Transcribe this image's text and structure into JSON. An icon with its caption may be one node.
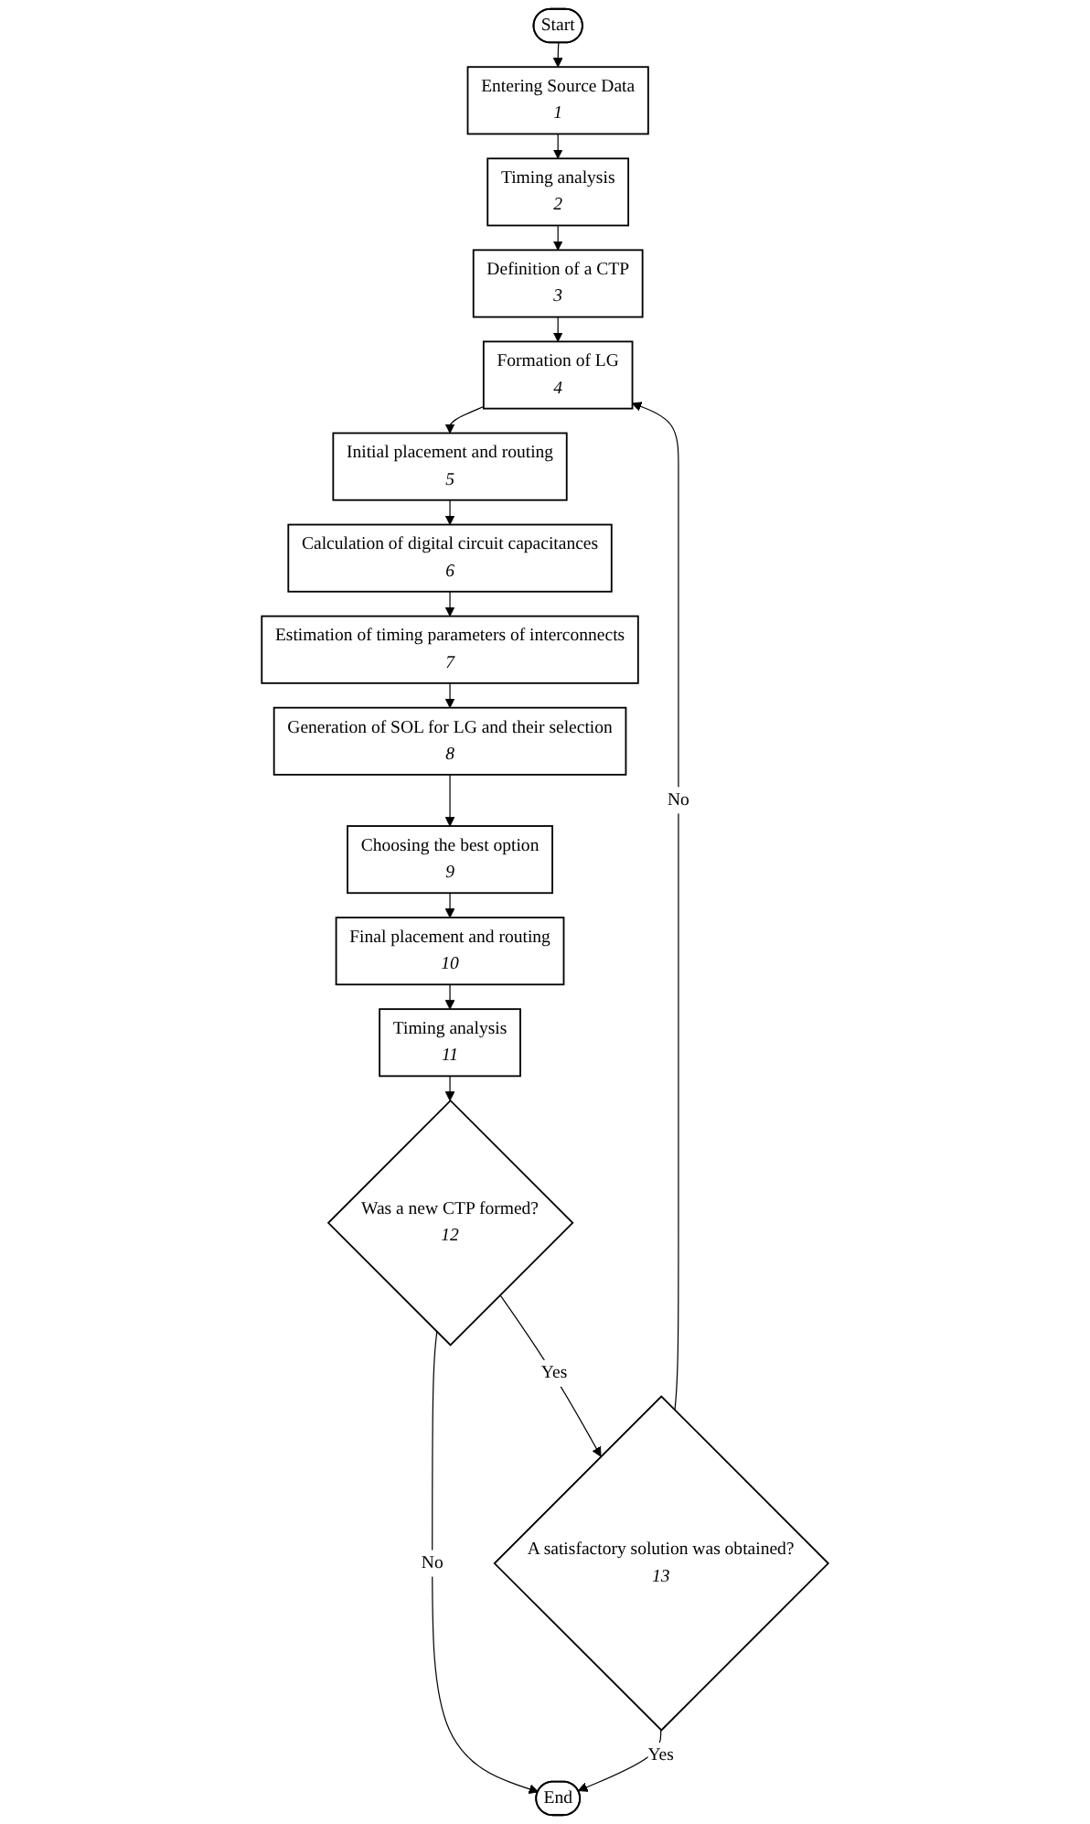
{
  "diagram": {
    "nodes": [
      {
        "text": [
          "Start"
        ]
      },
      {
        "text": [
          "Entering Source Data",
          "1"
        ]
      },
      {
        "text": [
          "Timing analysis",
          "2"
        ]
      },
      {
        "text": [
          "Definition of a CTP",
          "3"
        ]
      },
      {
        "text": [
          "Formation of LG",
          "4"
        ]
      },
      {
        "text": [
          "Initial placement and routing",
          "5"
        ]
      },
      {
        "text": [
          "Calculation of digital circuit capacitances",
          "6"
        ]
      },
      {
        "text": [
          "Estimation of timing parameters of interconnects",
          "7"
        ]
      },
      {
        "text": [
          "Generation of SOL for LG and their selection",
          "8"
        ]
      },
      {
        "text": [
          "Choosing the best option",
          "9"
        ]
      },
      {
        "text": [
          "Final placement and routing",
          "10"
        ]
      },
      {
        "text": [
          "Timing analysis",
          "11"
        ]
      },
      {
        "text": [
          "Was a new CTP formed?",
          "12"
        ]
      },
      {
        "text": [
          "A satisfactory solution was obtained?",
          "13"
        ]
      },
      {
        "text": [
          "End"
        ]
      }
    ],
    "edges": [
      {
        "from": 0,
        "to": 1,
        "arrow": "to"
      },
      {
        "from": 1,
        "to": 2,
        "arrow": "to"
      },
      {
        "from": 2,
        "to": 3,
        "arrow": "to"
      },
      {
        "from": 3,
        "to": 4,
        "arrow": "to"
      },
      {
        "from": 4,
        "to": 5,
        "arrow": "to"
      },
      {
        "from": 5,
        "to": 6,
        "arrow": "to"
      },
      {
        "from": 6,
        "to": 7,
        "arrow": "to"
      },
      {
        "from": 7,
        "to": 8,
        "arrow": "to"
      },
      {
        "from": 8,
        "to": 9,
        "arrow": "to"
      },
      {
        "from": 9,
        "to": 10,
        "arrow": "to"
      },
      {
        "from": 10,
        "to": 11,
        "arrow": "to"
      },
      {
        "from": 11,
        "to": 12,
        "arrow": "to"
      },
      {
        "from": 12,
        "to": 13,
        "label": "Yes",
        "arrow": "to"
      },
      {
        "from": 12,
        "to": 14,
        "label": "No",
        "arrow": "to"
      },
      {
        "from": 13,
        "to": 14,
        "label": "Yes",
        "arrow": "to"
      },
      {
        "from": 13,
        "to": 4,
        "label": "No",
        "arrow": "to"
      }
    ]
  }
}
